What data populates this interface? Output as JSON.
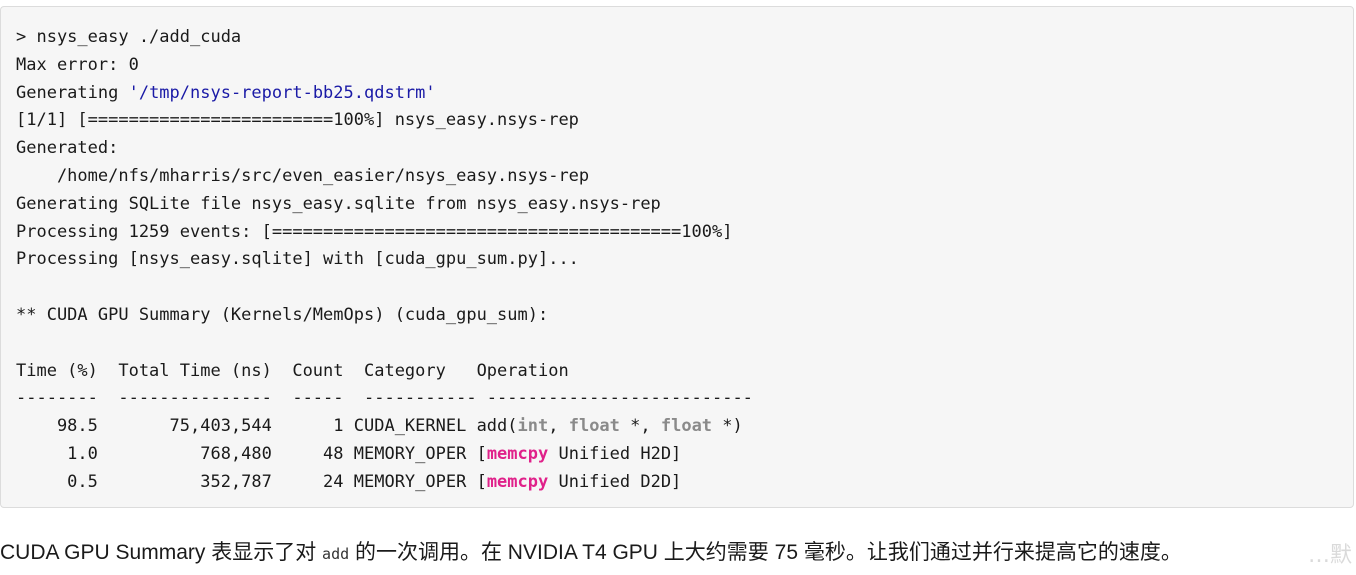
{
  "terminal": {
    "cmd": "> nsys_easy ./add_cuda",
    "max_error": "Max error: 0",
    "generating_label": "Generating ",
    "generating_path": "'/tmp/nsys-report-bb25.qdstrm'",
    "progress_1": "[1/1] [========================100%] nsys_easy.nsys-rep",
    "generated_label": "Generated:",
    "generated_path": "    /home/nfs/mharris/src/even_easier/nsys_easy.nsys-rep",
    "sqlite_line": "Generating SQLite file nsys_easy.sqlite from nsys_easy.nsys-rep",
    "processing_events": "Processing 1259 events: [========================================100%]",
    "processing_script": "Processing [nsys_easy.sqlite] with [cuda_gpu_sum.py]...",
    "summary_title": "** CUDA GPU Summary (Kernels/MemOps) (cuda_gpu_sum):",
    "table_header": "Time (%)  Total Time (ns)  Count  Category   Operation",
    "table_rule": "--------  ---------------  -----  ----------- --------------------------",
    "rows": [
      {
        "prefix": "    98.5       75,403,544      1 CUDA_KERNEL add(",
        "kw1": "int",
        "sep1": ", ",
        "kw2": "float",
        "sep2": " *, ",
        "kw3": "float",
        "suffix": " *)"
      },
      {
        "prefix": "     1.0          768,480     48 MEMORY_OPER [",
        "fn": "memcpy",
        "suffix": " Unified H2D]"
      },
      {
        "prefix": "     0.5          352,787     24 MEMORY_OPER [",
        "fn": "memcpy",
        "suffix": " Unified D2D]"
      }
    ]
  },
  "paragraph": {
    "before": "CUDA GPU Summary 表显示了对 ",
    "code": "add",
    "after": " 的一次调用。在 NVIDIA T4 GPU 上大约需要 75 毫秒。让我们通过并行来提高它的速度。"
  },
  "watermark": {
    "text": "…默"
  }
}
